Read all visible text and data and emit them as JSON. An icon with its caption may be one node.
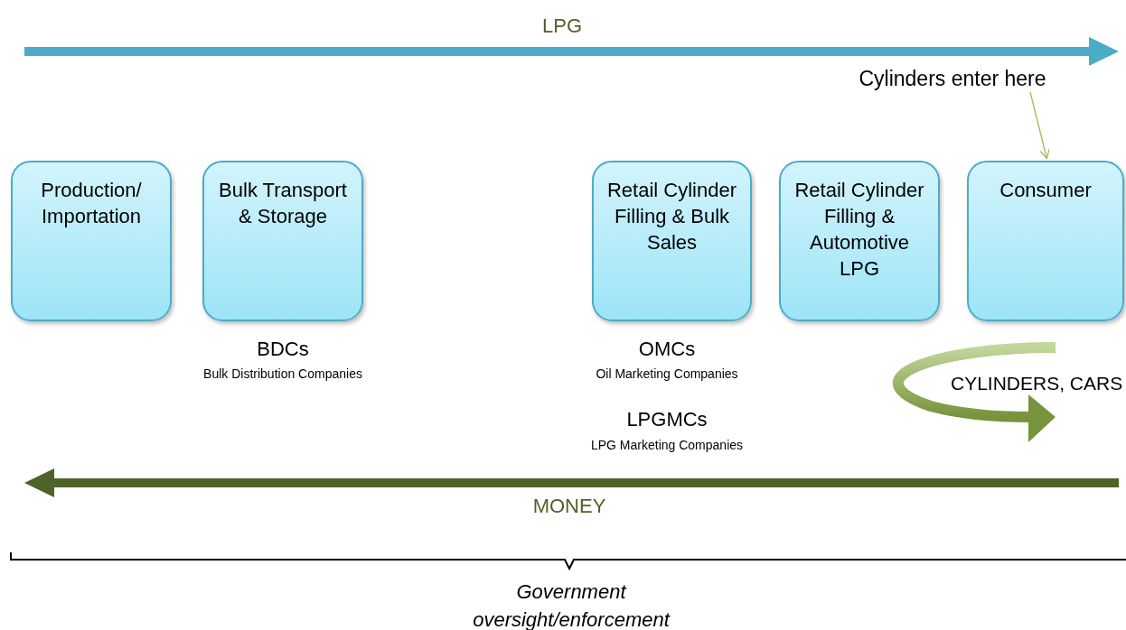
{
  "diagram": {
    "nodes": [
      {
        "text": [
          "Production/ Importation"
        ]
      },
      {
        "text": [
          "Bulk Transport & Storage"
        ]
      },
      {
        "text": [
          "Retail Cylinder Filling & Bulk Sales"
        ]
      },
      {
        "text": [
          "Retail Cylinder Filling & Automotive LPG"
        ]
      },
      {
        "text": [
          "Consumer"
        ]
      },
      {
        "text": [
          "Cylinders enter here"
        ]
      }
    ],
    "edges": [
      {
        "from": 5,
        "to": 4,
        "arrow": "to",
        "color": "#9bbb59"
      }
    ],
    "labels": [
      "LPG",
      "BDCs",
      "Bulk Distribution Companies",
      "OMCs",
      "Oil Marketing Companies",
      "LPGMCs",
      "LPG Marketing Companies",
      "CYLINDERS, CARS",
      "MONEY",
      "Government oversight/enforcement"
    ]
  }
}
